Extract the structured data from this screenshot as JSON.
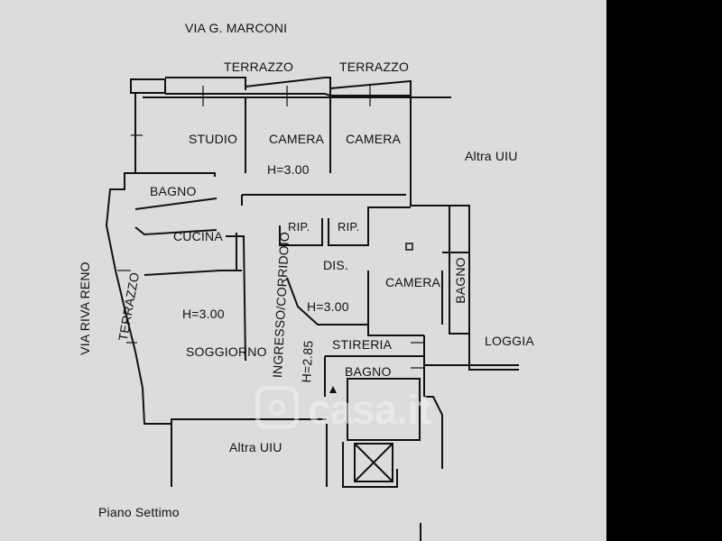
{
  "plan": {
    "street_top": "VIA G. MARCONI",
    "street_left": "VIA RIVA RENO",
    "floor": "Piano Settimo",
    "rooms": {
      "terrazzo_1": "TERRAZZO",
      "terrazzo_2": "TERRAZZO",
      "terrazzo_left": "TERRAZZO",
      "studio": "STUDIO",
      "camera_1": "CAMERA",
      "camera_2": "CAMERA",
      "camera_3": "CAMERA",
      "bagno_1": "BAGNO",
      "bagno_2": "BAGNO",
      "bagno_3": "BAGNO",
      "rip_1": "RIP.",
      "rip_2": "RIP.",
      "cucina": "CUCINA",
      "ingresso": "INGRESSO/CORRIDOIO",
      "dis": "DIS.",
      "soggiorno": "SOGGIORNO",
      "stireria": "STIRERIA",
      "loggia": "LOGGIA"
    },
    "heights": {
      "h1": "H=3.00",
      "h2": "H=3.00",
      "h3": "H=3.00",
      "h4": "H=2.85"
    },
    "neighbors": {
      "right": "Altra UIU",
      "bottom": "Altra UIU"
    },
    "colors": {
      "paper": "#dcdcdc",
      "ink": "#111111",
      "frame": "#000000"
    }
  }
}
